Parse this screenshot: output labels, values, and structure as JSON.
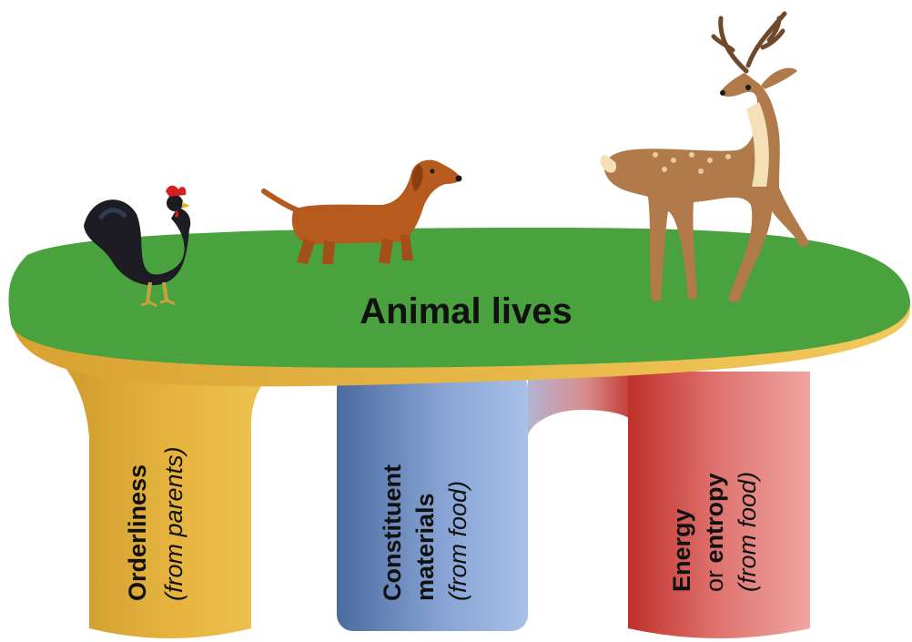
{
  "title": "Animal lives",
  "pillars": [
    {
      "bold": "Orderliness",
      "regular": "(from parents)"
    },
    {
      "bold_lines": [
        "Constituent",
        "materials"
      ],
      "regular": "(from food)"
    },
    {
      "bold_line1": "Energy",
      "line2_prefix": "or ",
      "line2_bold": "entropy",
      "regular": "(from food)"
    }
  ],
  "animals": [
    "rooster",
    "dachshund",
    "deer"
  ],
  "colors": {
    "platform_top": "#4aa23f",
    "platform_rim": "#e8b73a",
    "pillar_orderliness": "#e2b13c",
    "pillar_materials": "#7f9ccd",
    "pillar_energy": "#d9645f"
  }
}
